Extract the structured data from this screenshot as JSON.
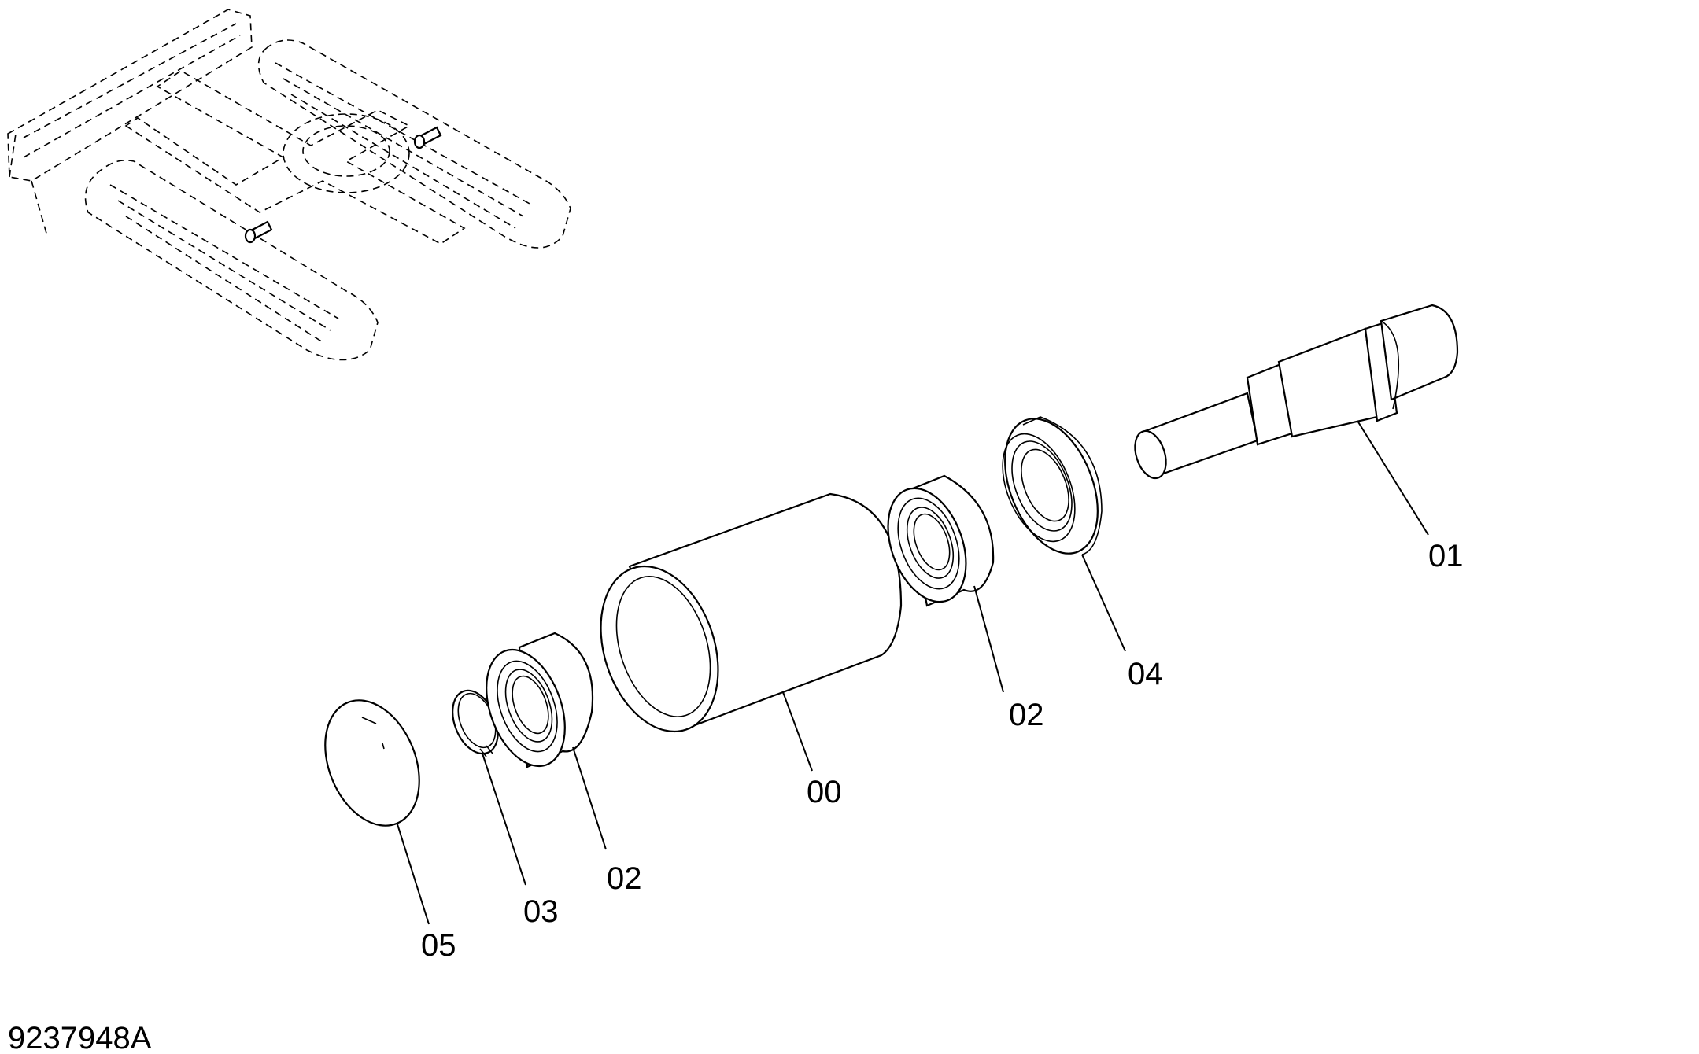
{
  "drawing_code": "9237948A",
  "callouts": [
    {
      "id": "00",
      "text": "00"
    },
    {
      "id": "01",
      "text": "01"
    },
    {
      "id": "02a",
      "text": "02"
    },
    {
      "id": "02b",
      "text": "02"
    },
    {
      "id": "03",
      "text": "03"
    },
    {
      "id": "04",
      "text": "04"
    },
    {
      "id": "05",
      "text": "05"
    }
  ]
}
